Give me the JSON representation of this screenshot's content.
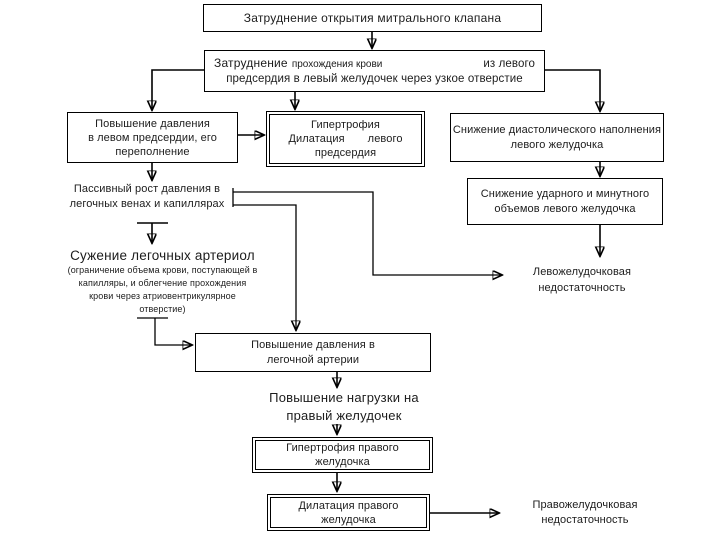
{
  "colors": {
    "line": "#000000",
    "text": "#1c1c1c",
    "background": "#ffffff"
  },
  "diagram": {
    "node_a": "Затруднение открытия митрального клапана",
    "node_b": {
      "seg1": "Затруднение",
      "seg2": "прохождения крови",
      "seg3": "из левого",
      "line2": "предсердия в левый желудочек через узкое отверстие"
    },
    "node_c": [
      "Повышение давления",
      "в левом предсердии, его",
      "переполнение"
    ],
    "node_d": {
      "line1": "Гипертрофия",
      "line2a": "Дилатация",
      "line2b": "левого",
      "line3": "предсердия"
    },
    "node_e": [
      "Снижение диастолического наполнения",
      "левого желудочка"
    ],
    "node_f": [
      "Пассивный рост давления в",
      "легочных венах и капиллярах"
    ],
    "node_g": [
      "Снижение ударного и минутного",
      "объемов левого желудочка"
    ],
    "node_h": {
      "title": "Сужение легочных артериол",
      "sub": [
        "(ограничение объема крови, поступающей в",
        "капилляры, и облегчение прохождения",
        "крови через атриовентрикулярное",
        "отверстие)"
      ]
    },
    "node_j": [
      "Левожелудочковая",
      "недостаточность"
    ],
    "node_k": [
      "Повышение давления в",
      "легочной артерии"
    ],
    "node_l": [
      "Повышение нагрузки на",
      "правый желудочек"
    ],
    "node_m": [
      "Гипертрофия правого",
      "желудочка"
    ],
    "node_n": [
      "Дилатация правого",
      "желудочка"
    ],
    "node_o": [
      "Правожелудочковая",
      "недостаточность"
    ]
  }
}
